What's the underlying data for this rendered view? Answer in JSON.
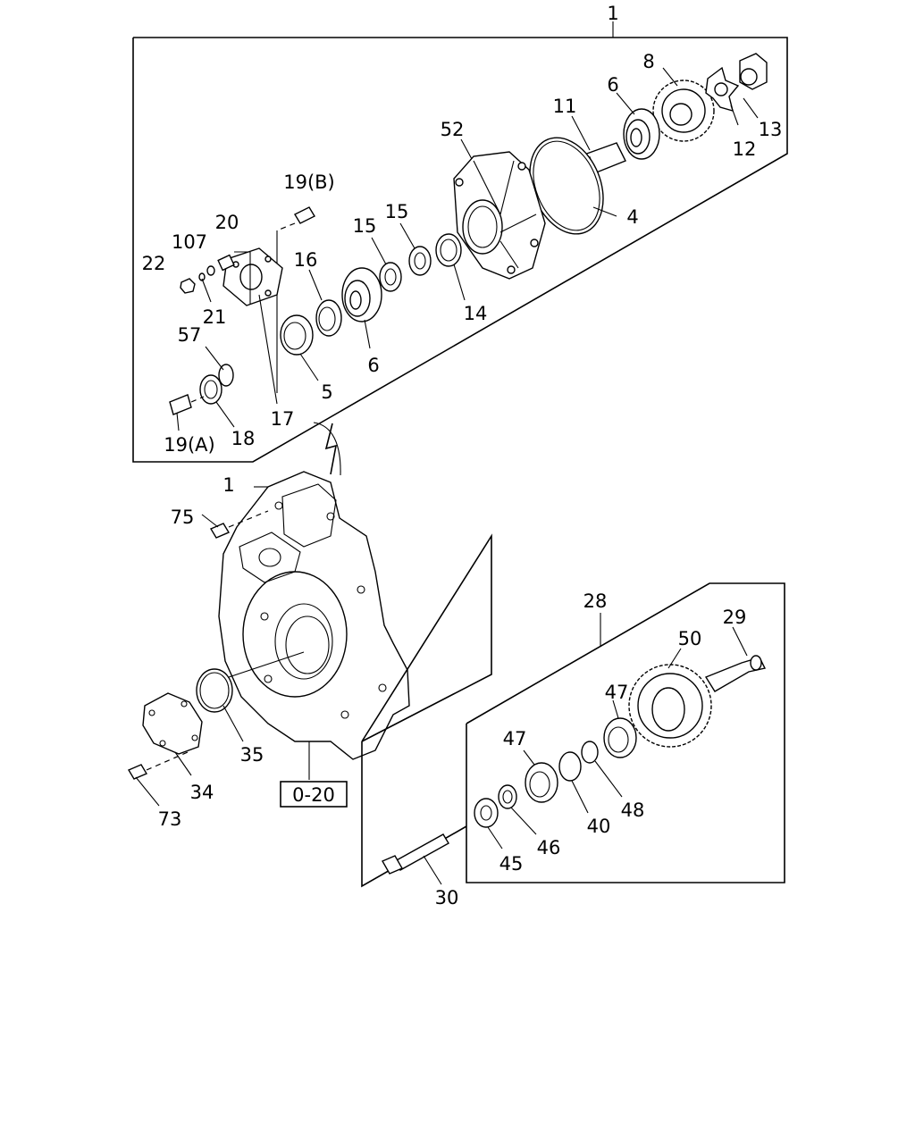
{
  "diagram": {
    "callouts": {
      "c1": "1",
      "c8": "8",
      "c6a": "6",
      "c11": "11",
      "c13": "13",
      "c12": "12",
      "c52": "52",
      "c4": "4",
      "c19b": "19(B)",
      "c20": "20",
      "c107": "107",
      "c22": "22",
      "c15a": "15",
      "c15b": "15",
      "c16": "16",
      "c14": "14",
      "c21": "21",
      "c57": "57",
      "c6b": "6",
      "c5": "5",
      "c17": "17",
      "c19a": "19(A)",
      "c18": "18",
      "c1b": "1",
      "c75": "75",
      "c35": "35",
      "c34": "34",
      "c73": "73",
      "ref020": "0-20",
      "c28": "28",
      "c29": "29",
      "c50": "50",
      "c47a": "47",
      "c47b": "47",
      "c48": "48",
      "c40": "40",
      "c46": "46",
      "c45": "45",
      "c30": "30"
    }
  }
}
